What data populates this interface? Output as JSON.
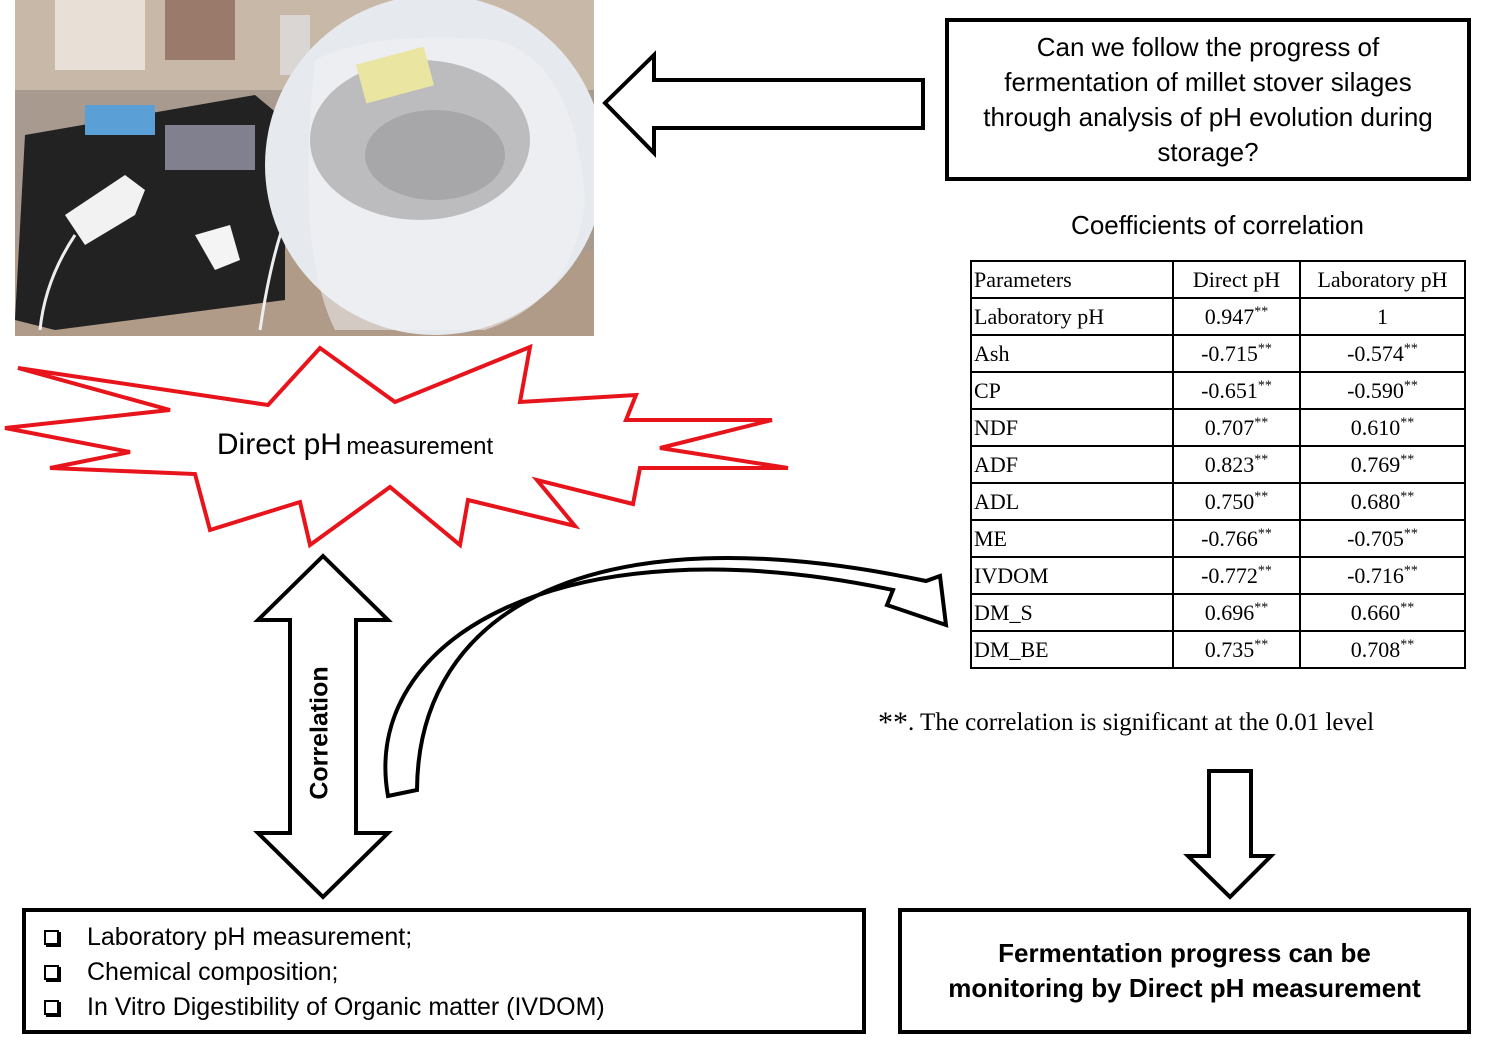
{
  "question": "Can we follow the progress of fermentation of millet stover silages through analysis of pH evolution during storage?",
  "starburst": {
    "main": "Direct pH",
    "small": "measurement"
  },
  "arrow_label": "Correlation",
  "table": {
    "title": "Coefficients of correlation",
    "headers": [
      "Parameters",
      "Direct pH",
      "Laboratory pH"
    ],
    "significance_mark": "**",
    "rows": [
      {
        "param": "Laboratory pH",
        "direct": "0.947",
        "direct_sig": "**",
        "lab": "1",
        "lab_sig": ""
      },
      {
        "param": "Ash",
        "direct": "-0.715",
        "direct_sig": "**",
        "lab": "-0.574",
        "lab_sig": "**"
      },
      {
        "param": "CP",
        "direct": "-0.651",
        "direct_sig": "**",
        "lab": "-0.590",
        "lab_sig": "**"
      },
      {
        "param": "NDF",
        "direct": "0.707",
        "direct_sig": "**",
        "lab": "0.610",
        "lab_sig": "**"
      },
      {
        "param": "ADF",
        "direct": "0.823",
        "direct_sig": "**",
        "lab": "0.769",
        "lab_sig": "**"
      },
      {
        "param": "ADL",
        "direct": "0.750",
        "direct_sig": "**",
        "lab": "0.680",
        "lab_sig": "**"
      },
      {
        "param": "ME",
        "direct": "-0.766",
        "direct_sig": "**",
        "lab": "-0.705",
        "lab_sig": "**"
      },
      {
        "param": "IVDOM",
        "direct": "-0.772",
        "direct_sig": "**",
        "lab": "-0.716",
        "lab_sig": "**"
      },
      {
        "param": "DM_S",
        "direct": "0.696",
        "direct_sig": "**",
        "lab": "0.660",
        "lab_sig": "**"
      },
      {
        "param": "DM_BE",
        "direct": "0.735",
        "direct_sig": "**",
        "lab": "0.708",
        "lab_sig": "**"
      }
    ]
  },
  "footnote": {
    "stars": "**",
    "text": ". The correlation is significant at the 0.01 level"
  },
  "lab_list": [
    "Laboratory pH measurement;",
    "Chemical composition;",
    "In Vitro Digestibility of Organic matter (IVDOM)"
  ],
  "conclusion": "Fermentation progress can be monitoring by Direct pH measurement",
  "colors": {
    "starburst_stroke": "#e8141b",
    "outline": "#000000"
  }
}
